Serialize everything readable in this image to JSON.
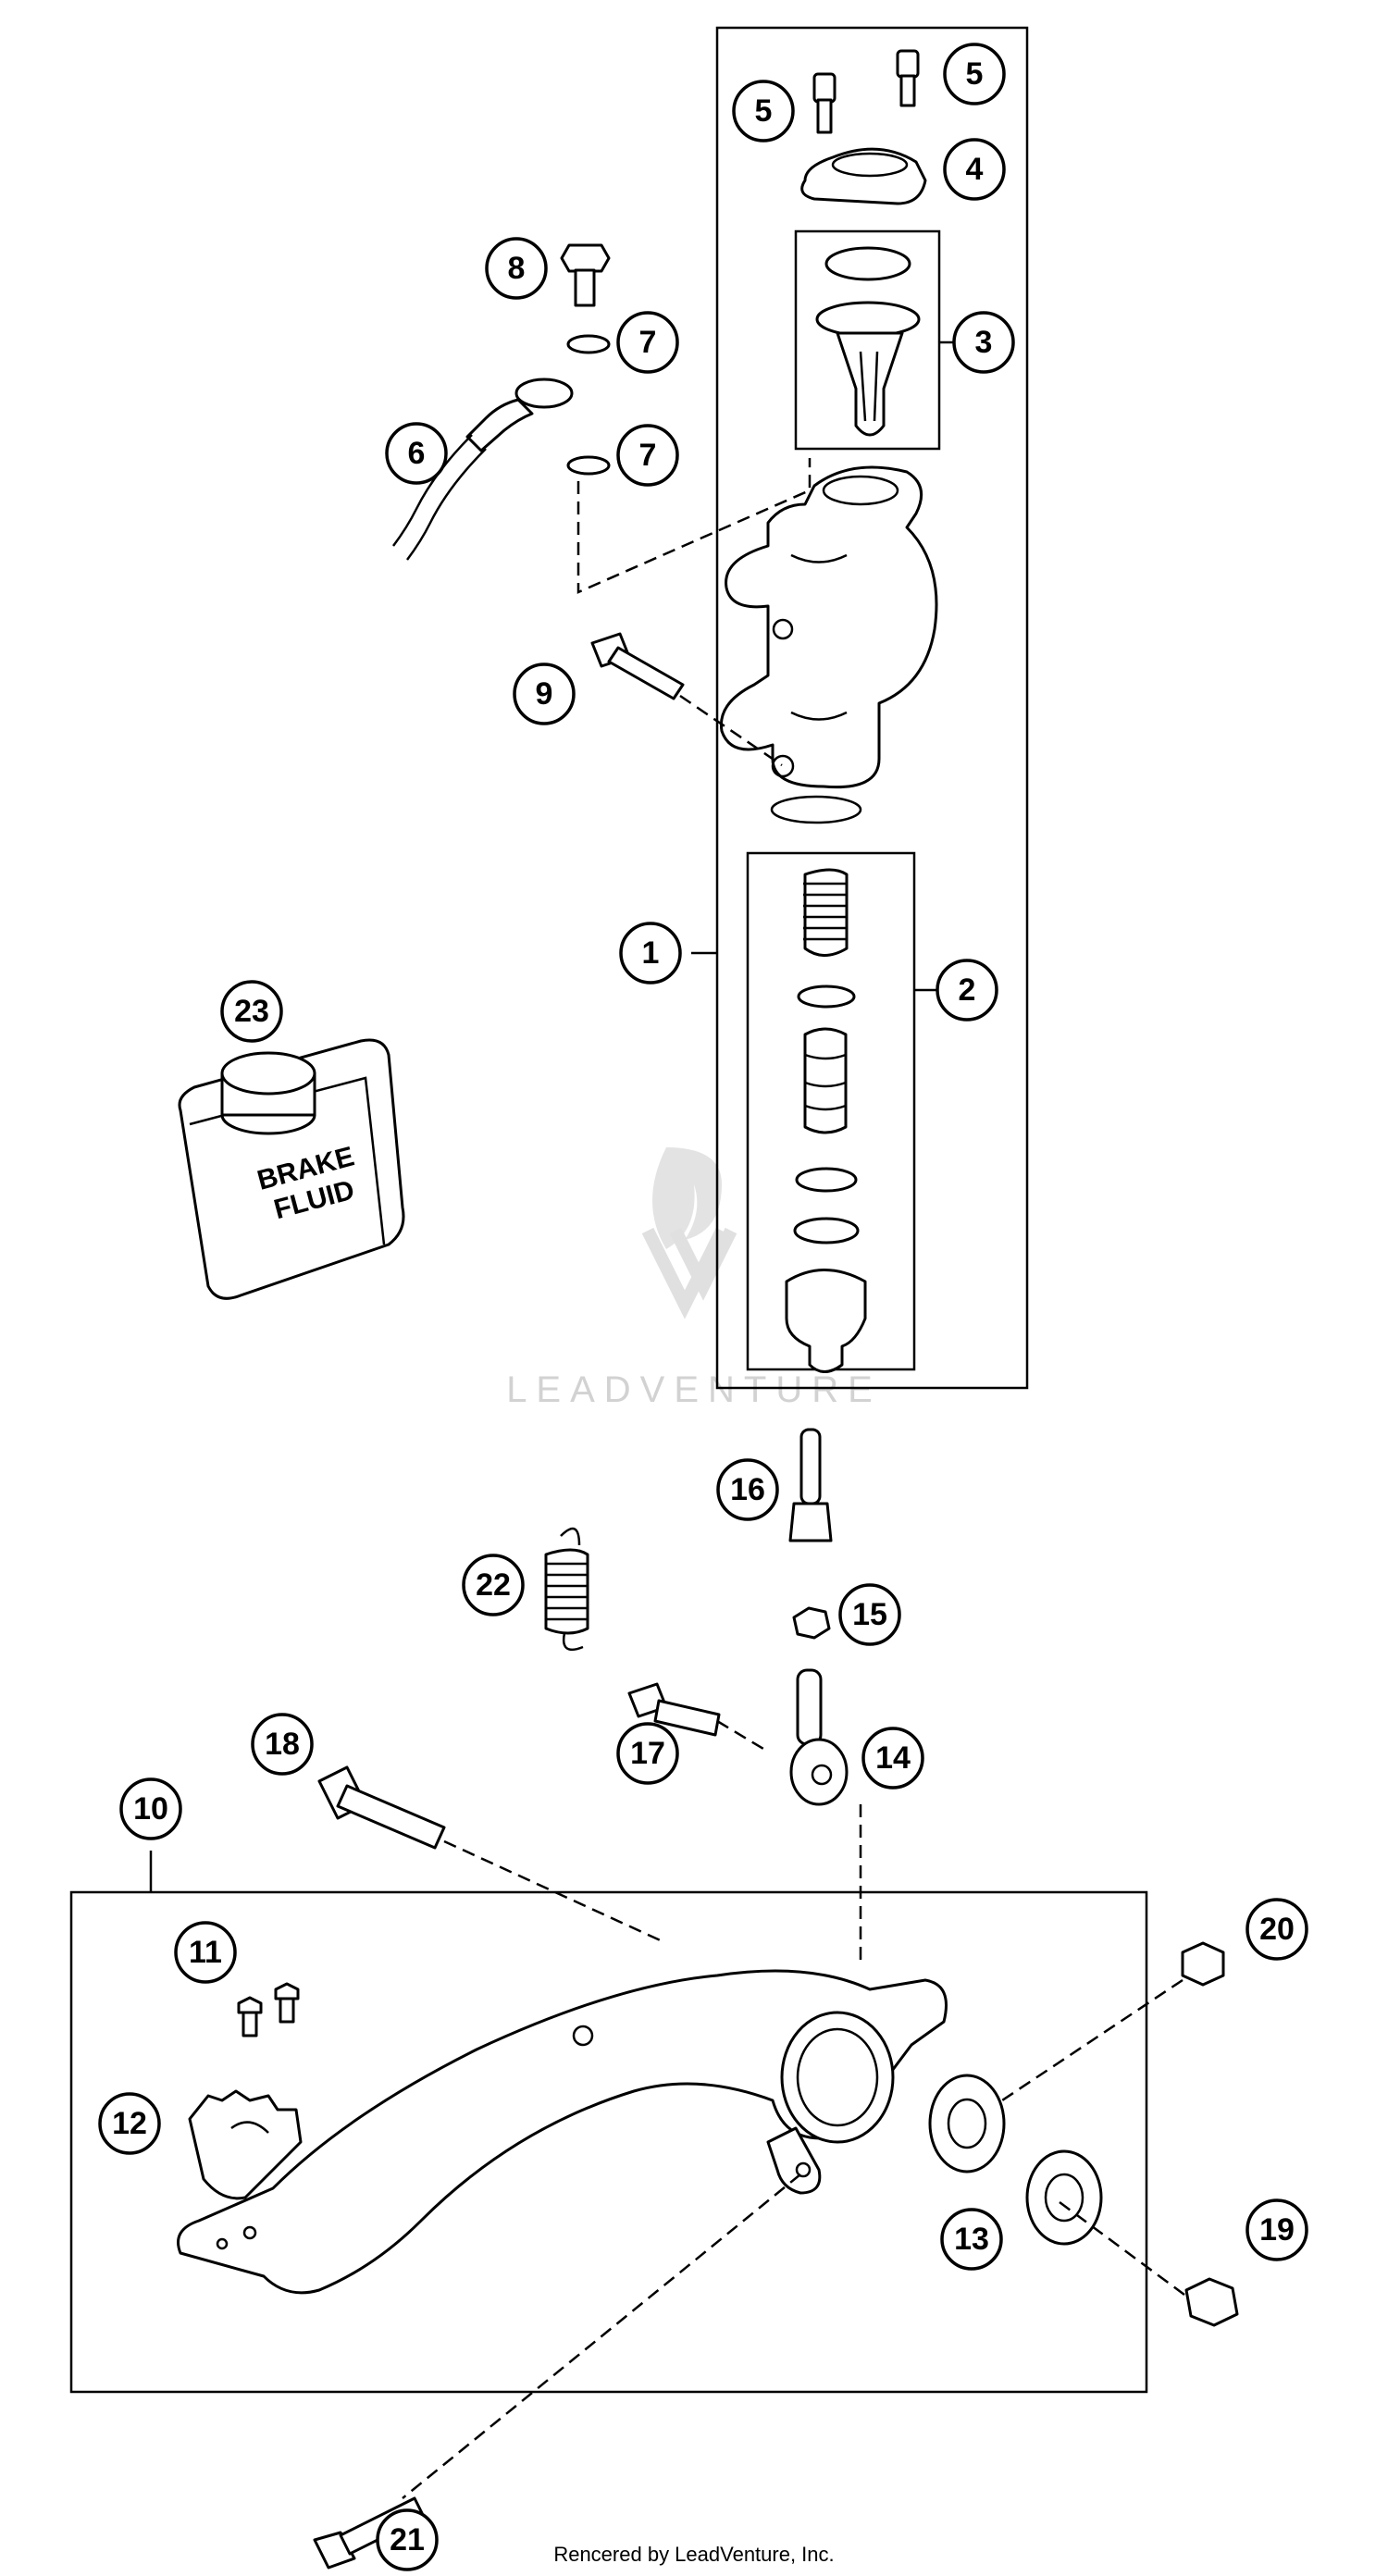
{
  "diagram": {
    "callouts": [
      {
        "id": "c1",
        "label": "1"
      },
      {
        "id": "c2",
        "label": "2"
      },
      {
        "id": "c3",
        "label": "3"
      },
      {
        "id": "c4",
        "label": "4"
      },
      {
        "id": "c5a",
        "label": "5"
      },
      {
        "id": "c5b",
        "label": "5"
      },
      {
        "id": "c6",
        "label": "6"
      },
      {
        "id": "c7a",
        "label": "7"
      },
      {
        "id": "c7b",
        "label": "7"
      },
      {
        "id": "c8",
        "label": "8"
      },
      {
        "id": "c9",
        "label": "9"
      },
      {
        "id": "c10",
        "label": "10"
      },
      {
        "id": "c11",
        "label": "11"
      },
      {
        "id": "c12",
        "label": "12"
      },
      {
        "id": "c13",
        "label": "13"
      },
      {
        "id": "c14",
        "label": "14"
      },
      {
        "id": "c15",
        "label": "15"
      },
      {
        "id": "c16",
        "label": "16"
      },
      {
        "id": "c17",
        "label": "17"
      },
      {
        "id": "c18",
        "label": "18"
      },
      {
        "id": "c19",
        "label": "19"
      },
      {
        "id": "c20",
        "label": "20"
      },
      {
        "id": "c21",
        "label": "21"
      },
      {
        "id": "c22",
        "label": "22"
      },
      {
        "id": "c23",
        "label": "23"
      }
    ],
    "bottle_label_line1": "BRAKE",
    "bottle_label_line2": "FLUID",
    "watermark": "LEADVENTURE",
    "footer": "Rencered by LeadVenture, Inc."
  }
}
